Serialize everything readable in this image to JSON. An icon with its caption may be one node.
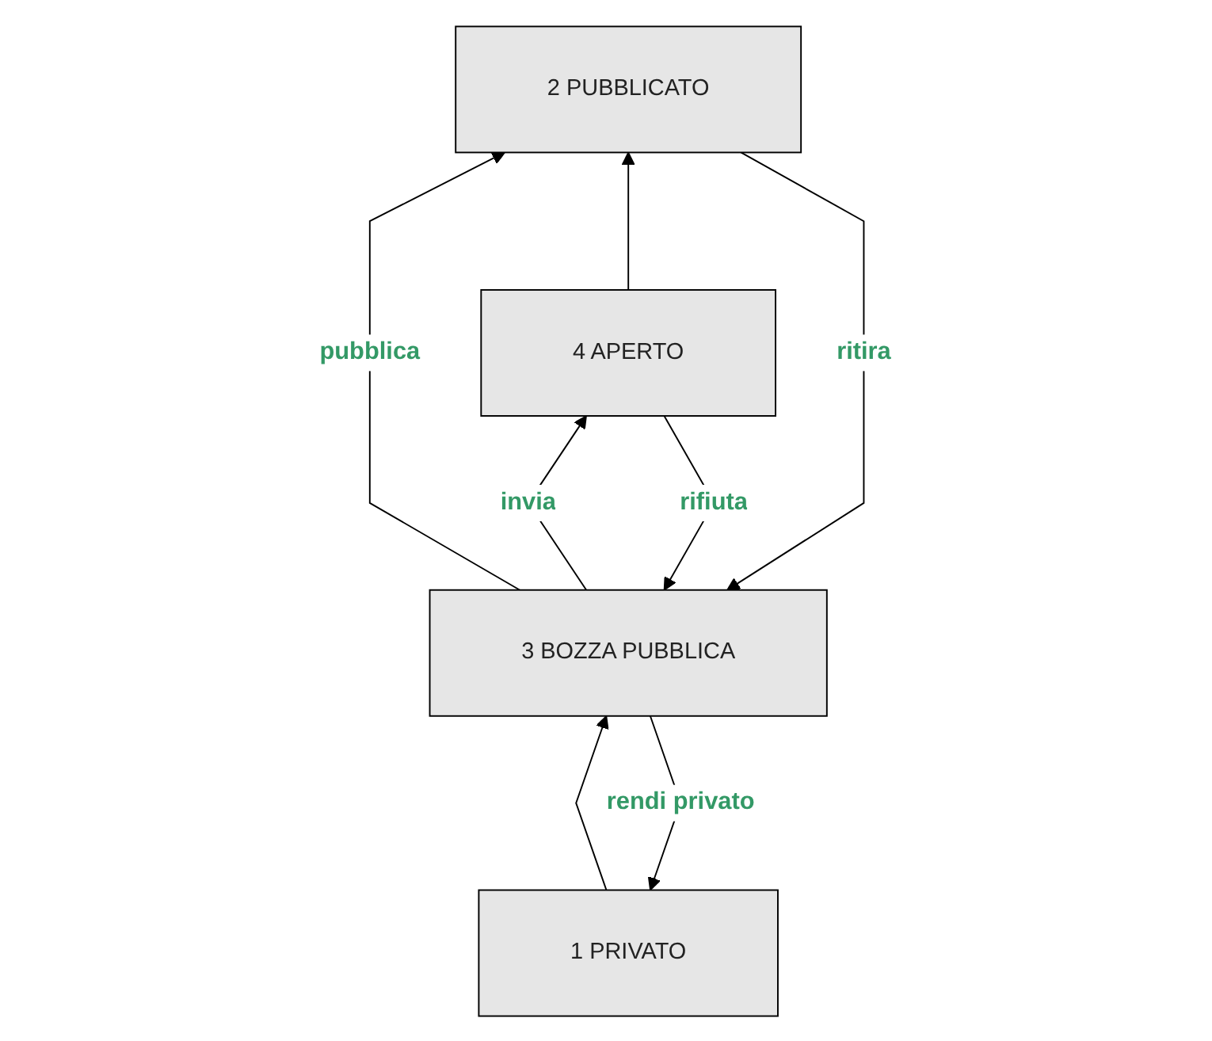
{
  "diagram": {
    "nodes": [
      {
        "text": [
          "1 PRIVATO"
        ]
      },
      {
        "text": [
          "2 PUBBLICATO"
        ]
      },
      {
        "text": [
          "3 BOZZA PUBBLICA"
        ]
      },
      {
        "text": [
          "4 APERTO"
        ]
      }
    ],
    "edges": [
      {
        "from": 2,
        "to": 0,
        "label": "rendi privato",
        "arrow": "to"
      },
      {
        "from": 0,
        "to": 2,
        "arrow": "to"
      },
      {
        "from": 1,
        "to": 2,
        "label": "ritira",
        "arrow": "to"
      },
      {
        "from": 2,
        "to": 1,
        "label": "pubblica",
        "arrow": "to"
      },
      {
        "from": 2,
        "to": 3,
        "label": "invia",
        "arrow": "to"
      },
      {
        "from": 3,
        "to": 2,
        "label": "rifiuta",
        "arrow": "to"
      },
      {
        "from": 3,
        "to": 1,
        "arrow": "to"
      }
    ]
  }
}
